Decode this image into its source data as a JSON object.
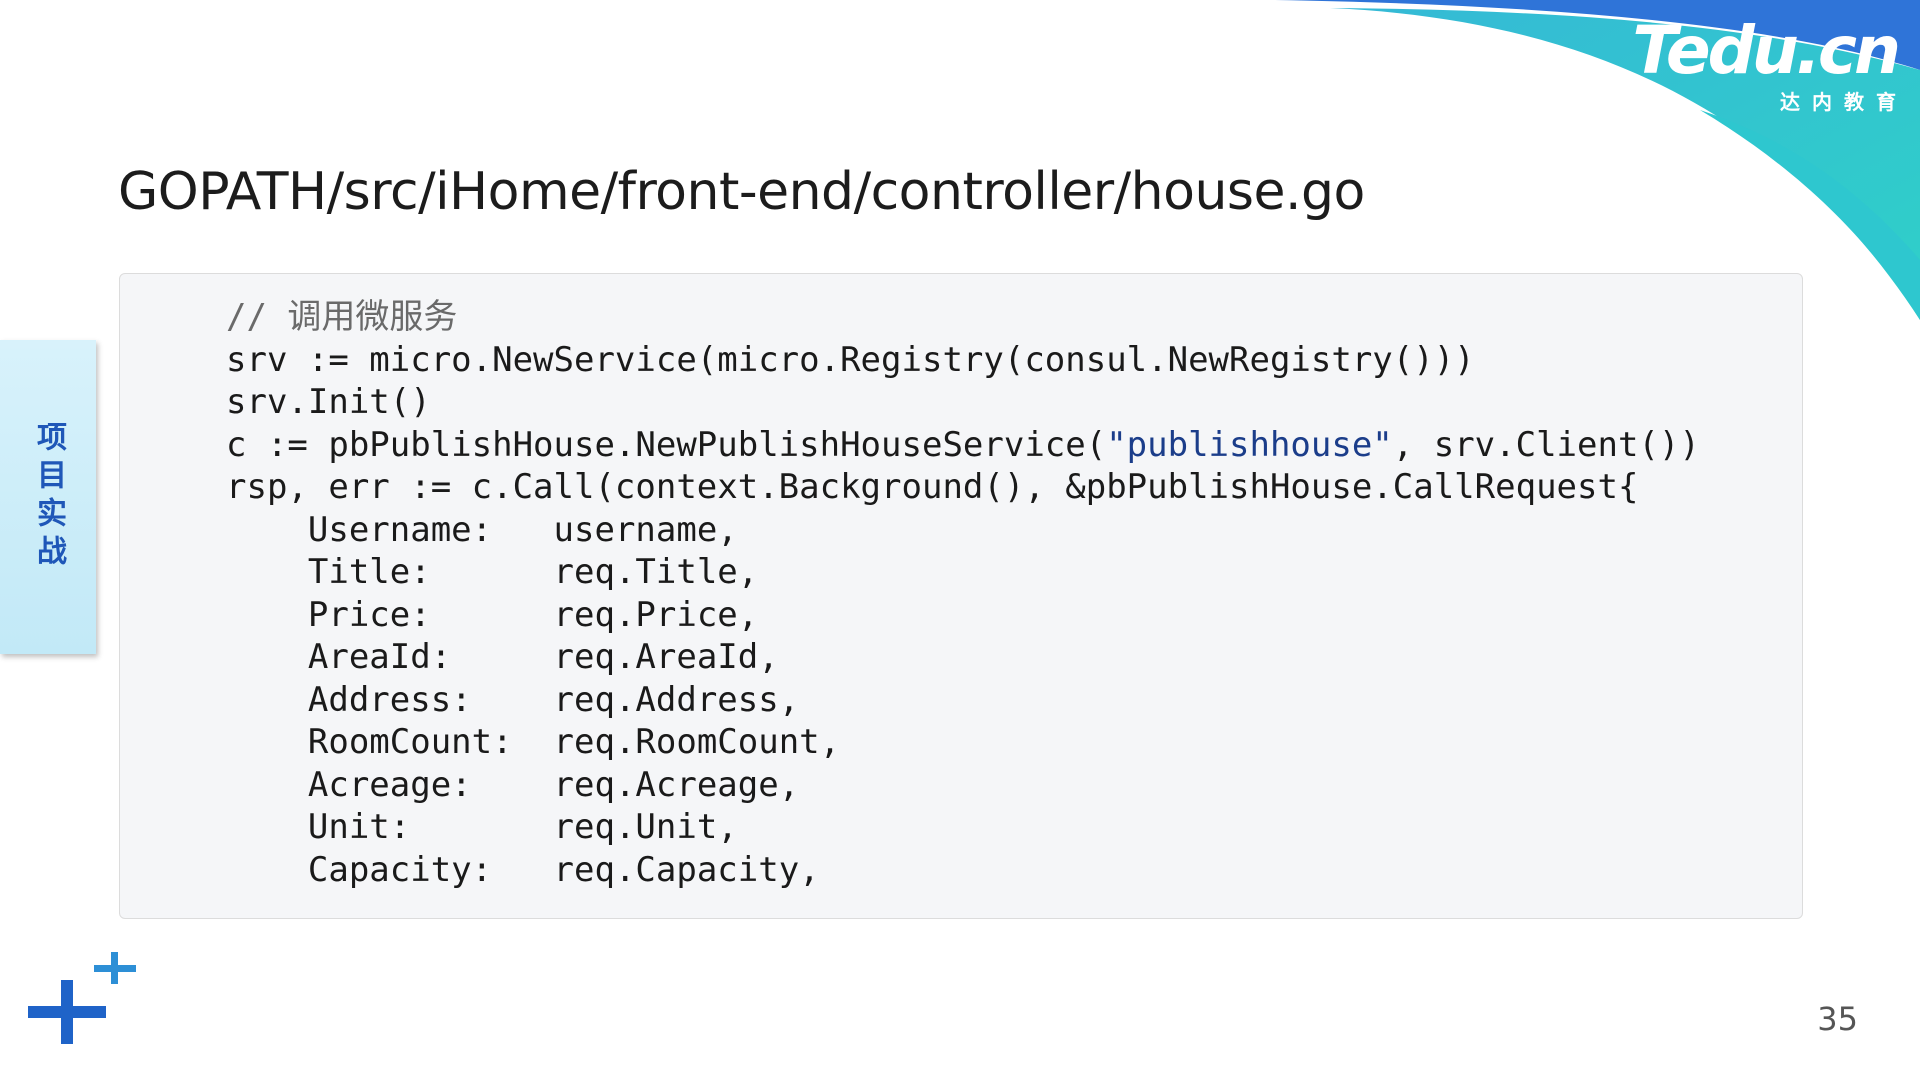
{
  "slide": {
    "title": "GOPATH/src/iHome/front-end/controller/house.go",
    "page_number": "35",
    "side_tab_label": "项目实战"
  },
  "logo": {
    "main": "Tedu.cn",
    "sub": "达内教育"
  },
  "code": {
    "comment": "// 调用微服务",
    "line_srv": "srv := micro.NewService(micro.Registry(consul.NewRegistry()))",
    "line_init": "srv.Init()",
    "line_client_pre": "c := pbPublishHouse.NewPublishHouseService(",
    "line_client_str": "\"publishhouse\"",
    "line_client_post": ", srv.Client())",
    "line_call": "rsp, err := c.Call(context.Background(), &pbPublishHouse.CallRequest{",
    "fields": [
      {
        "key": "Username:",
        "value": "username,"
      },
      {
        "key": "Title:",
        "value": "req.Title,"
      },
      {
        "key": "Price:",
        "value": "req.Price,"
      },
      {
        "key": "AreaId:",
        "value": "req.AreaId,"
      },
      {
        "key": "Address:",
        "value": "req.Address,"
      },
      {
        "key": "RoomCount:",
        "value": "req.RoomCount,"
      },
      {
        "key": "Acreage:",
        "value": "req.Acreage,"
      },
      {
        "key": "Unit:",
        "value": "req.Unit,"
      },
      {
        "key": "Capacity:",
        "value": "req.Capacity,"
      }
    ]
  },
  "colors": {
    "swoosh_blue": "#2f74d8",
    "swoosh_teal": "#2fc4d0",
    "plus_dark": "#1f63c8",
    "plus_light": "#2d8fd6",
    "side_tab_text": "#1f57b8"
  }
}
